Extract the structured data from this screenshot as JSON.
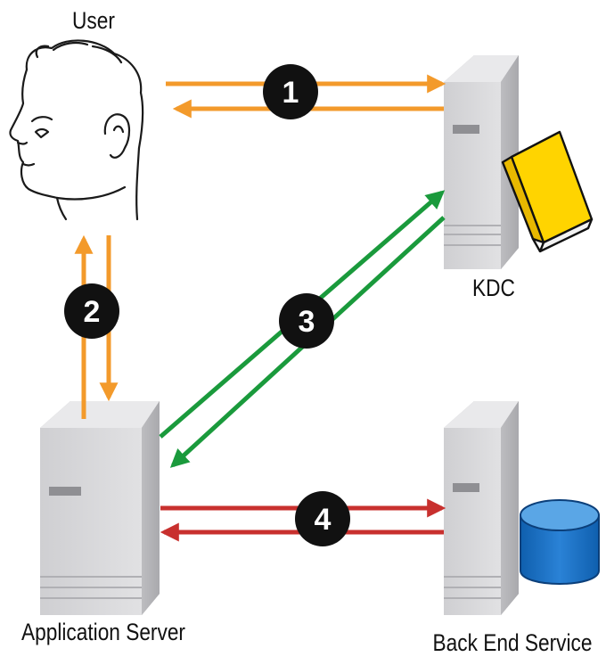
{
  "labels": {
    "user": "User",
    "kdc": "KDC",
    "app_server": "Application Server",
    "backend": "Back End Service"
  },
  "steps": [
    "1",
    "2",
    "3",
    "4"
  ],
  "colors": {
    "step1_arrows": "#f39a2b",
    "step2_arrows": "#f39a2b",
    "step3_arrows": "#1a9a3c",
    "step4_arrows": "#c8302e",
    "step_badge": "#111111",
    "server_body": "#d7d7d9",
    "book": "#ffd400",
    "database": "#1e73c8"
  },
  "icons": {
    "user": "user-head-icon",
    "kdc": "server-icon",
    "kdc_extra": "book-icon",
    "app_server": "server-icon",
    "backend": "server-icon",
    "backend_extra": "database-icon"
  }
}
